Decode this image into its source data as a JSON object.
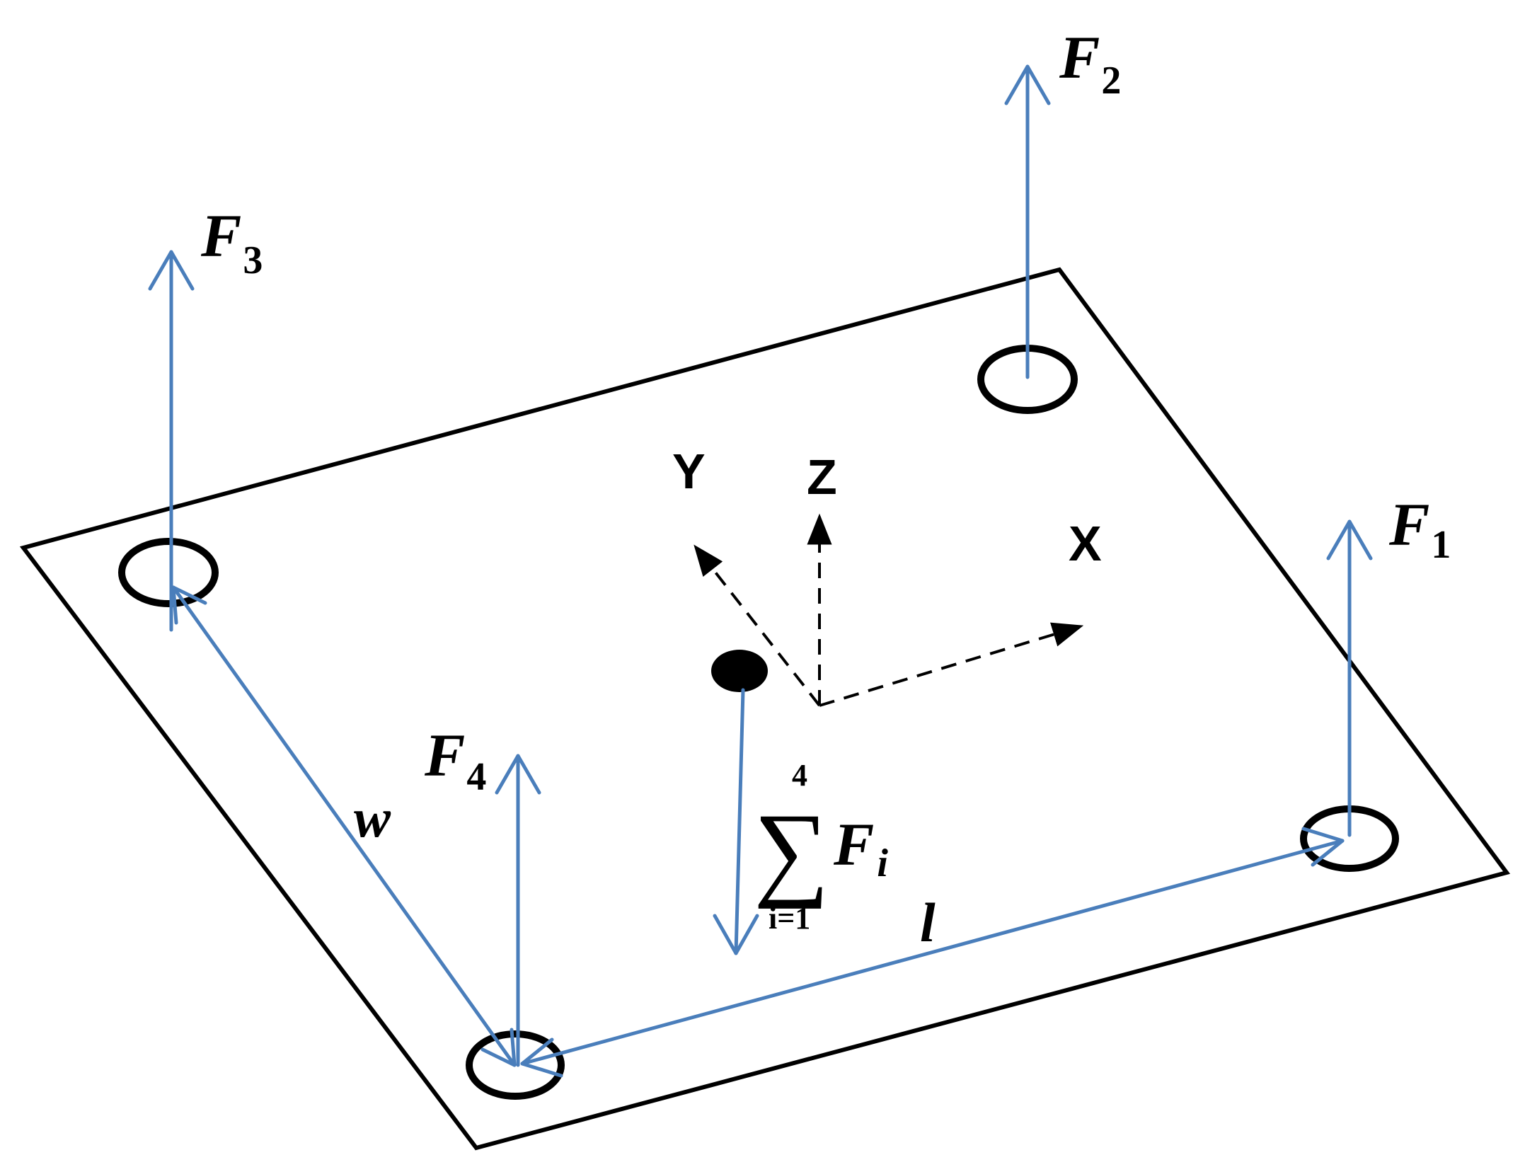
{
  "colors": {
    "force": "#4a7ebb",
    "outline": "#000000",
    "background": "#ffffff"
  },
  "forces": [
    {
      "symbol": "F",
      "sub": "1"
    },
    {
      "symbol": "F",
      "sub": "2"
    },
    {
      "symbol": "F",
      "sub": "3"
    },
    {
      "symbol": "F",
      "sub": "4"
    }
  ],
  "axes": {
    "x": "X",
    "y": "Y",
    "z": "Z"
  },
  "dimensions": {
    "width": "w",
    "length": "l"
  },
  "sum": {
    "operator": "∑",
    "upper": "4",
    "lower": "i=1",
    "symbol": "F",
    "sub": "i"
  }
}
